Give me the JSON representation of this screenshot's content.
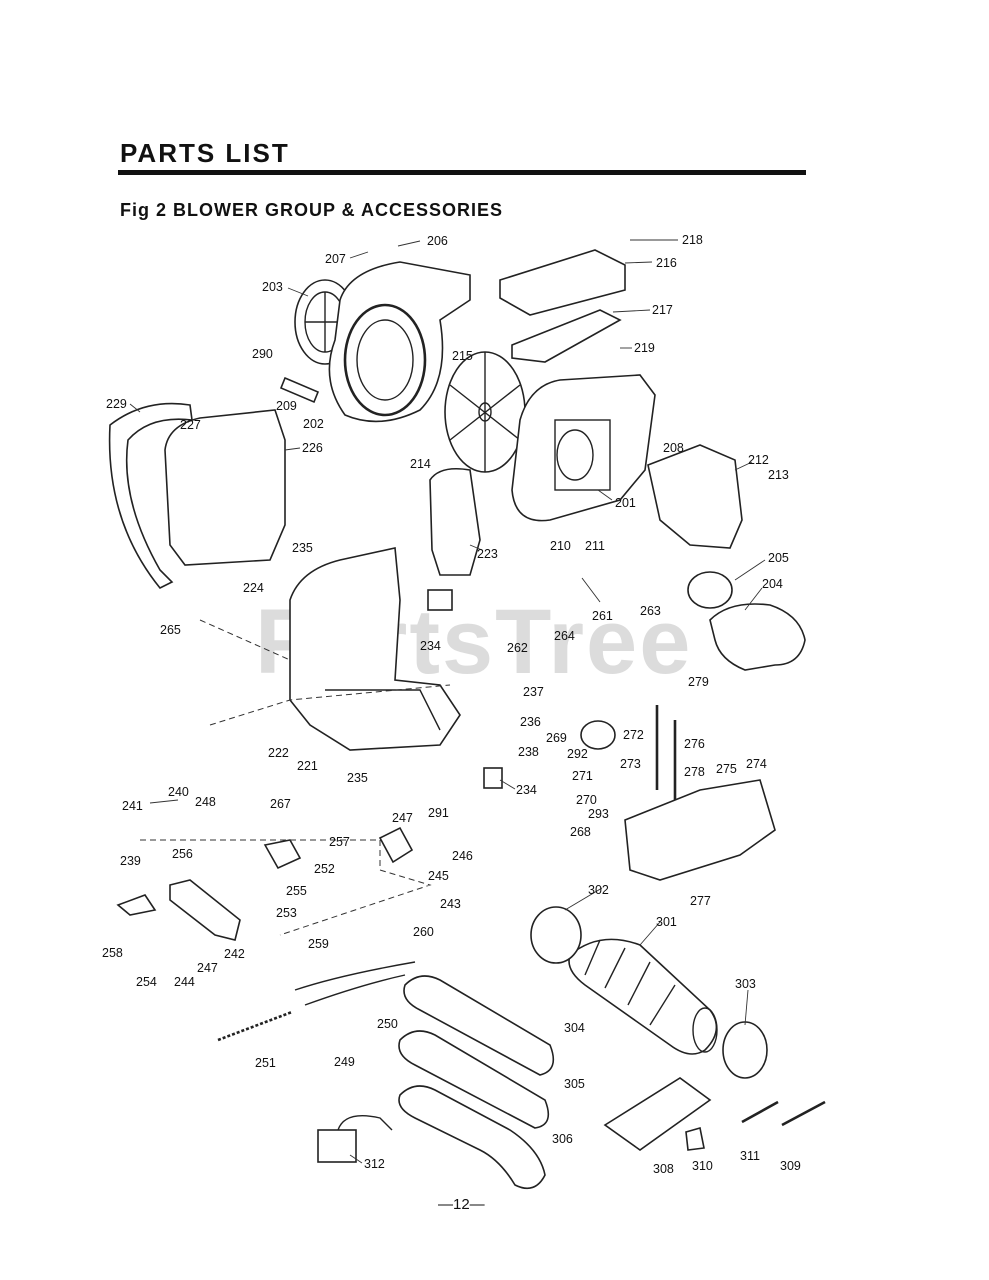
{
  "header": {
    "title": "PARTS LIST",
    "subtitle": "Fig 2 BLOWER GROUP & ACCESSORIES"
  },
  "watermark": "PartsTree",
  "page_number": "—12—",
  "callouts": [
    "201",
    "202",
    "203",
    "204",
    "205",
    "206",
    "207",
    "208",
    "209",
    "210",
    "211",
    "212",
    "213",
    "214",
    "215",
    "216",
    "217",
    "218",
    "219",
    "221",
    "222",
    "223",
    "224",
    "226",
    "227",
    "229",
    "234",
    "234",
    "235",
    "235",
    "236",
    "237",
    "238",
    "239",
    "240",
    "241",
    "242",
    "243",
    "244",
    "245",
    "246",
    "247",
    "247",
    "248",
    "249",
    "250",
    "251",
    "252",
    "253",
    "254",
    "255",
    "256",
    "257",
    "258",
    "259",
    "260",
    "261",
    "262",
    "263",
    "264",
    "265",
    "267",
    "268",
    "269",
    "270",
    "271",
    "272",
    "273",
    "274",
    "275",
    "276",
    "277",
    "278",
    "279",
    "290",
    "291",
    "292",
    "293",
    "301",
    "302",
    "303",
    "304",
    "305",
    "306",
    "308",
    "309",
    "310",
    "311",
    "312"
  ]
}
